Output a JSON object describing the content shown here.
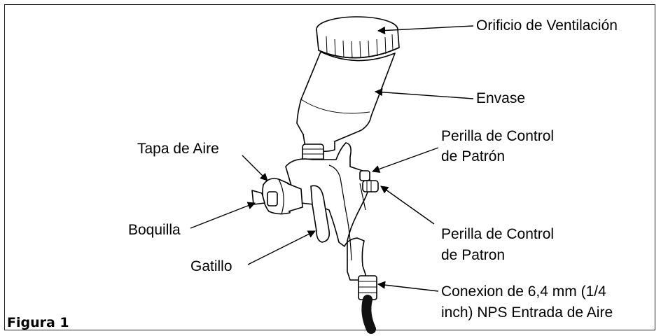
{
  "figure": {
    "caption": "Figura 1",
    "labels": {
      "vent": "Orificio de Ventilación",
      "container": "Envase",
      "air_cap": "Tapa de Aire",
      "pattern_knob_1_line1": "Perilla de Control",
      "pattern_knob_1_line2": "de Patrón",
      "pattern_knob_2_line1": "Perilla de Control",
      "pattern_knob_2_line2": "de Patron",
      "nozzle": "Boquilla",
      "trigger": "Gatillo",
      "air_inlet_line1": "Conexion de 6,4 mm (1/4",
      "air_inlet_line2": "inch) NPS Entrada de Aire"
    }
  }
}
